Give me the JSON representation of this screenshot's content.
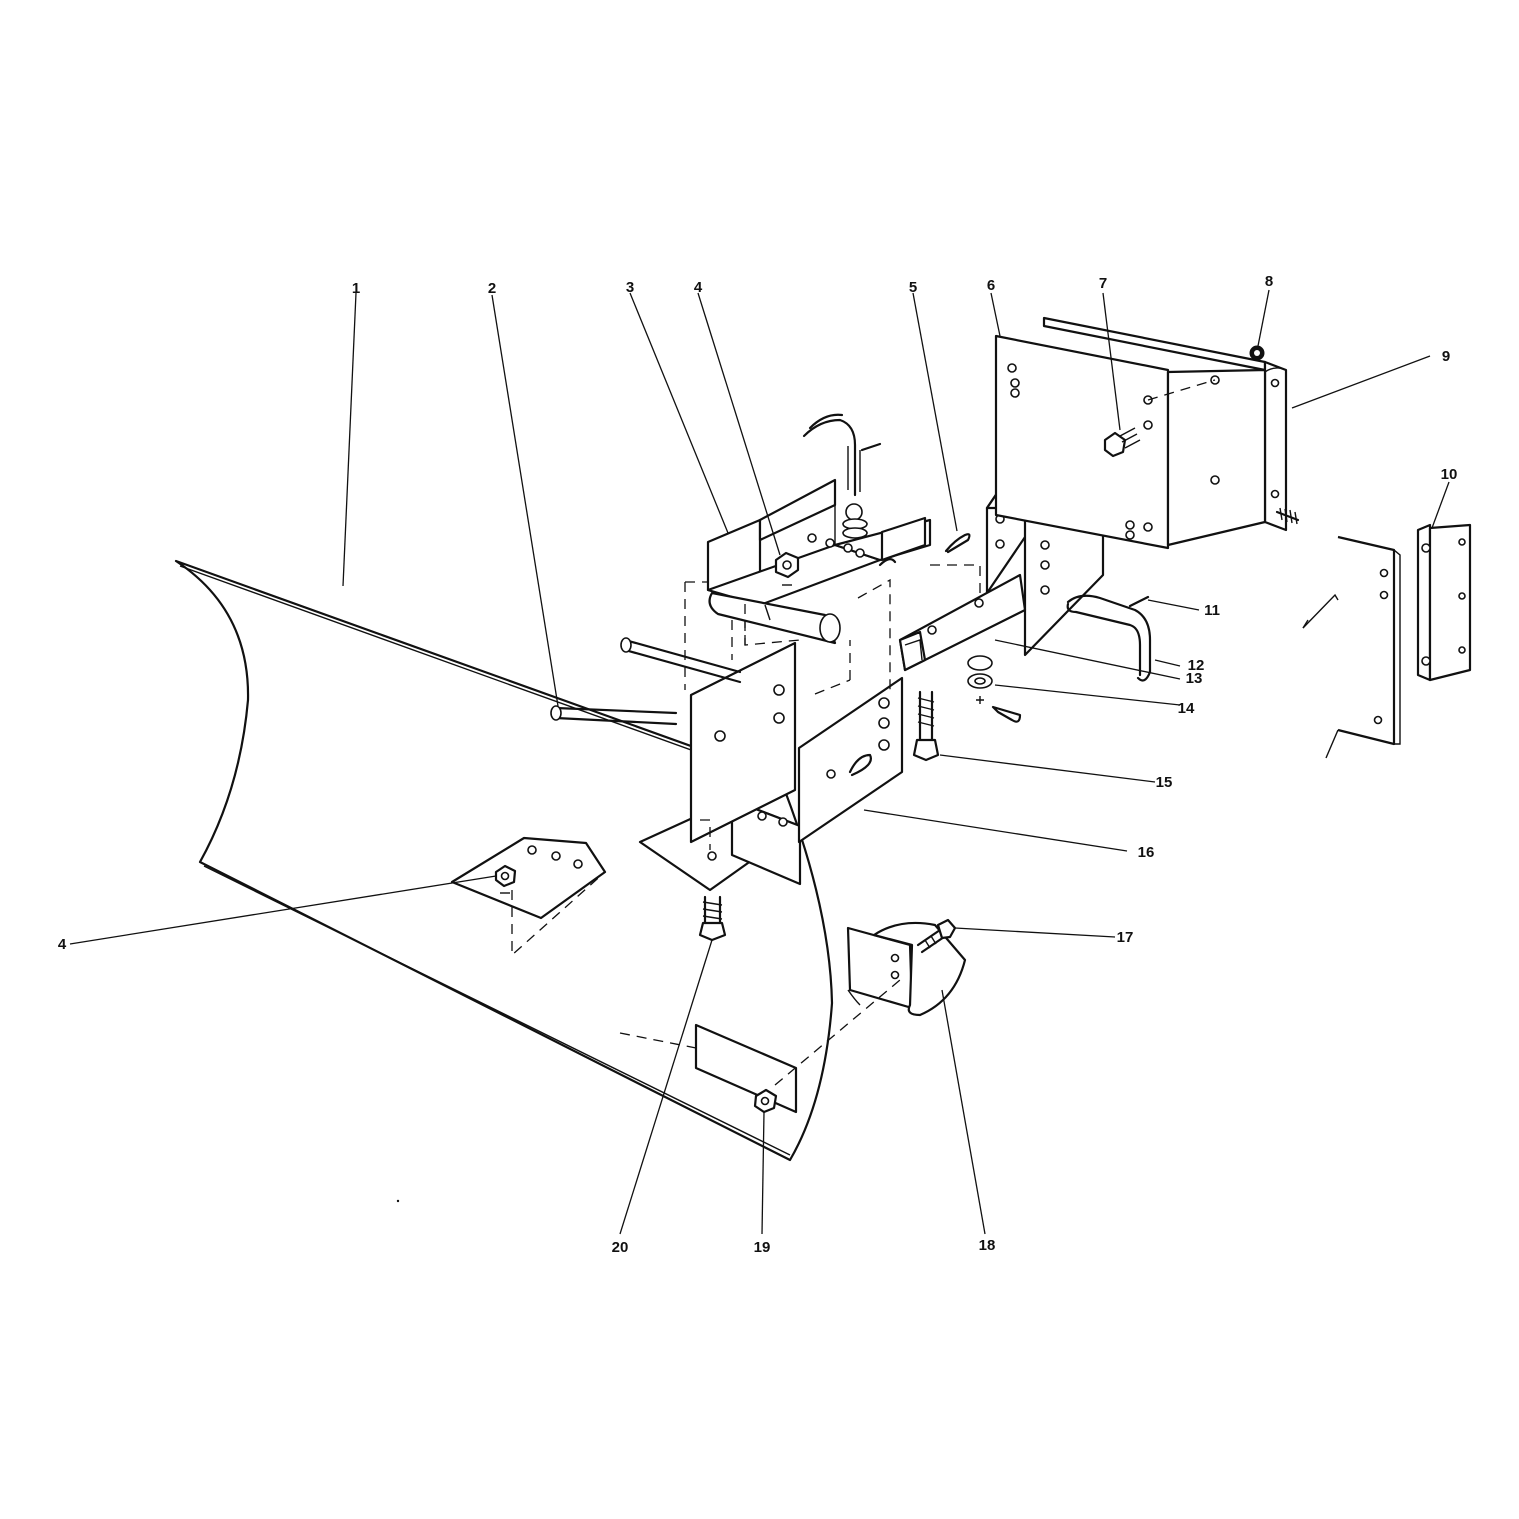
{
  "callouts": [
    {
      "id": "c1",
      "text": "1"
    },
    {
      "id": "c2",
      "text": "2"
    },
    {
      "id": "c3",
      "text": "3"
    },
    {
      "id": "c4a",
      "text": "4"
    },
    {
      "id": "c5",
      "text": "5"
    },
    {
      "id": "c6",
      "text": "6"
    },
    {
      "id": "c7",
      "text": "7"
    },
    {
      "id": "c8",
      "text": "8"
    },
    {
      "id": "c9",
      "text": "9"
    },
    {
      "id": "c10",
      "text": "10"
    },
    {
      "id": "c11",
      "text": "11"
    },
    {
      "id": "c12",
      "text": "12"
    },
    {
      "id": "c13",
      "text": "13"
    },
    {
      "id": "c14",
      "text": "14"
    },
    {
      "id": "c15",
      "text": "15"
    },
    {
      "id": "c16",
      "text": "16"
    },
    {
      "id": "c17",
      "text": "17"
    },
    {
      "id": "c18",
      "text": "18"
    },
    {
      "id": "c19",
      "text": "19"
    },
    {
      "id": "c20",
      "text": "20"
    },
    {
      "id": "c4b",
      "text": "4"
    }
  ]
}
